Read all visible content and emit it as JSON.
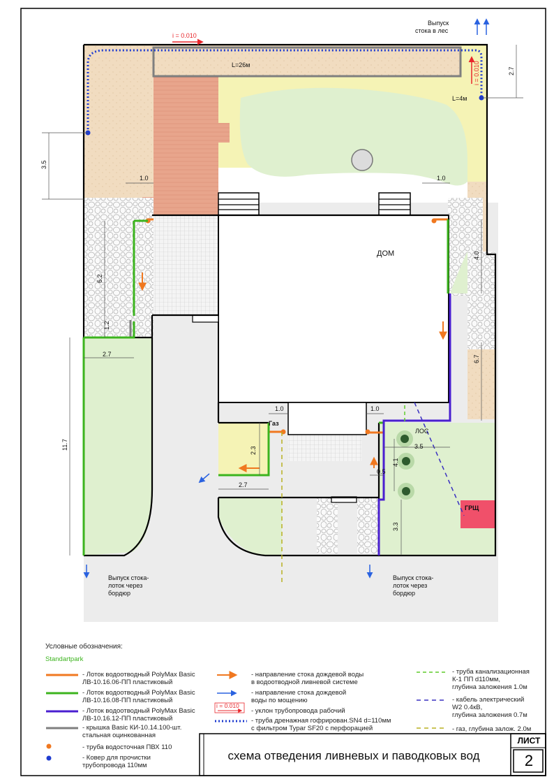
{
  "plan": {
    "labels": {
      "house": "ДОМ",
      "los": "ЛОС",
      "grsh": "ГРЩ",
      "gas": "Газ",
      "outlet_forest": [
        "Выпуск",
        "стока в лес"
      ],
      "outlet_left": [
        "Выпуск стока-",
        "лоток через",
        "бордюр"
      ],
      "outlet_right": [
        "Выпуск стока-",
        "лоток через",
        "бордюр"
      ],
      "slope_top": "i = 0.010",
      "slope_right": "i = 0.010",
      "len_26": "L=26м",
      "len_4": "L=4м"
    },
    "dims": {
      "d35_left": "3.5",
      "d27_right": "2.7",
      "d10_tl": "1.0",
      "d10_tr": "1.0",
      "d62": "6.2",
      "d12": "1.2",
      "d27_left": "2.7",
      "d117": "11.7",
      "d40": "4.0",
      "d67": "6.7",
      "d10_bl": "1.0",
      "d10_br": "1.0",
      "d23": "2.3",
      "d27_bottom": "2.7",
      "d35_los": "3.5",
      "d41": "4.1",
      "d05": "0.5",
      "d33": "3.3"
    }
  },
  "legend": {
    "header": "Условные обозначения:",
    "brand": "Standartpark",
    "items": [
      {
        "lines": [
          "- Лоток водоотводный PolyMax Basic",
          "ЛВ-10.16.06-ПП пластиковый"
        ]
      },
      {
        "lines": [
          "- Лоток водоотводный PolyMax Basic",
          "ЛВ-10.16.08-ПП пластиковый"
        ]
      },
      {
        "lines": [
          "- Лоток водоотводный PolyMax Basic",
          "ЛВ-10.16.12-ПП пластиковый"
        ]
      },
      {
        "lines": [
          "- крышка Basic КИ-10.14.100-шт.",
          "стальная оцинкованная"
        ]
      },
      {
        "lines": [
          "- труба водосточная ПВХ 110"
        ]
      },
      {
        "lines": [
          "- Ковер для прочистки",
          "трубопровода 110мм"
        ]
      },
      {
        "lines": [
          "- направление стока дождевой воды",
          "в водоотводной ливневой системе"
        ]
      },
      {
        "lines": [
          "- направление стока дождевой",
          "воды по мощению"
        ]
      },
      {
        "lines": [
          "- уклон трубопровода рабочий"
        ]
      },
      {
        "lines": [
          "- труба дренажная гофрирован.SN4 d=110мм",
          "с фильтром Typar SF20 с перфорацией"
        ]
      },
      {
        "lines": [
          "- труба канализационная",
          "К-1 ПП d110мм,",
          "глубина заложения 1.0м"
        ]
      },
      {
        "lines": [
          "- кабель электрический",
          "W2 0.4кВ,",
          "глубина заложения 0.7м"
        ]
      },
      {
        "lines": [
          "- газ, глубина залож. 2.0м"
        ]
      }
    ],
    "slope_sample": "i = 0.010"
  },
  "title": "схема отведения ливневых и паводковых вод",
  "sheet": {
    "label": "ЛИСТ",
    "number": "2"
  },
  "colors": {
    "orange": "#f07820",
    "green": "#3cb41e",
    "purple": "#4a1fd0",
    "gray": "#7f7f7f",
    "blue": "#2a62e0",
    "red": "#e8262b",
    "sand": "#f1dcc0",
    "lawn": "#dff0cf",
    "yellow": "#f5f3b5",
    "deck": "#e8a58c",
    "grsh": "#f0506a"
  }
}
